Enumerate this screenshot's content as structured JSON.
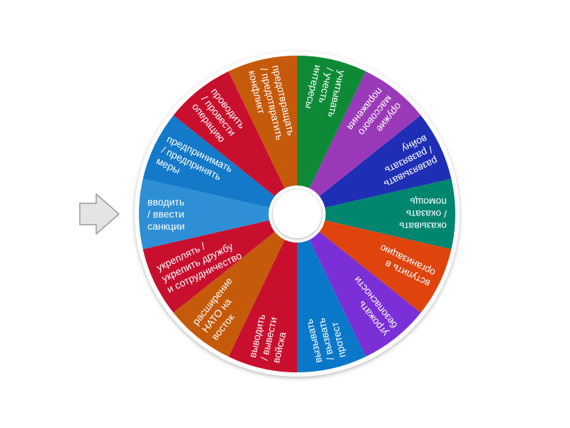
{
  "wheel": {
    "pointer_icon": "arrow-right-icon",
    "segments": [
      {
        "lines": [
          "вводить",
          "/ ввести",
          "санкции"
        ],
        "color": "#2f8fd6"
      },
      {
        "lines": [
          "предпринимать",
          "/ предпринять",
          "меры"
        ],
        "color": "#1479c9"
      },
      {
        "lines": [
          "проводить",
          "/ провести",
          "операцию"
        ],
        "color": "#c8102e"
      },
      {
        "lines": [
          "предотвращать",
          "/ предотвратить",
          "конфликт"
        ],
        "color": "#c55a0a"
      },
      {
        "lines": [
          "учитывать",
          "/ учесть",
          "интересы"
        ],
        "color": "#0e8a36"
      },
      {
        "lines": [
          "оружие",
          "массового",
          "поражения"
        ],
        "color": "#9b3ab8"
      },
      {
        "lines": [
          "развязывать",
          "/ развязать",
          "войну"
        ],
        "color": "#1f2fb5"
      },
      {
        "lines": [
          "оказывать",
          "/ оказать",
          "помощь"
        ],
        "color": "#00856f"
      },
      {
        "lines": [
          "вступить в",
          "организацию"
        ],
        "color": "#e0440d"
      },
      {
        "lines": [
          "угрожать",
          "безопасности"
        ],
        "color": "#7b2fd6"
      },
      {
        "lines": [
          "вызывать",
          "/ вызвать",
          "протест"
        ],
        "color": "#0a78c8"
      },
      {
        "lines": [
          "выводить",
          "/ вывести",
          "войска"
        ],
        "color": "#c8102e"
      },
      {
        "lines": [
          "расширение",
          "НАТО на",
          "восток"
        ],
        "color": "#c55a0a"
      },
      {
        "lines": [
          "укреплять /",
          "укрепить дружбу",
          "и сотрудничество"
        ],
        "color": "#c8102e"
      }
    ]
  }
}
